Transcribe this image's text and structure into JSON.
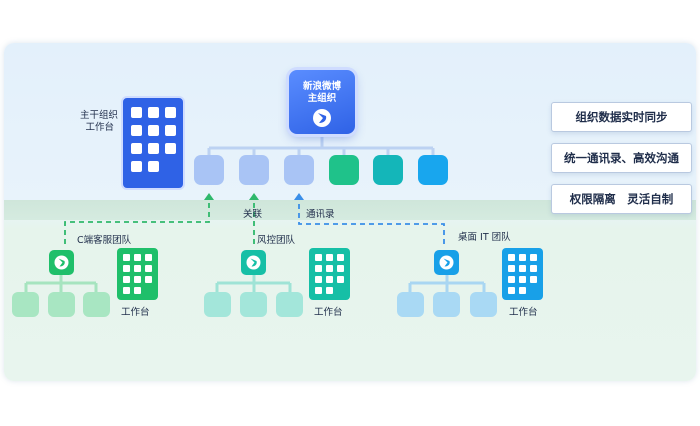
{
  "main_org": {
    "title_line1": "新浪微博",
    "title_line2": "主组织",
    "trunk_label_line1": "主干组织",
    "trunk_label_line2": "工作台"
  },
  "connectors": {
    "link_label": "关联",
    "contacts_label": "通讯录"
  },
  "teams": [
    {
      "name": "C端客服团队",
      "workbench_label": "工作台"
    },
    {
      "name": "风控团队",
      "workbench_label": "工作台"
    },
    {
      "name": "桌面 IT 团队",
      "workbench_label": "工作台"
    }
  ],
  "features": [
    "组织数据实时同步",
    "统一通讯录、高效沟通",
    "权限隔离　灵活自制"
  ],
  "colors": {
    "main_blue": "#2f62e6",
    "light_blue_node": "#a9c4f5",
    "green_node": "#1fc28a",
    "teal_node": "#14b6b9",
    "sky_node": "#18a6ee",
    "team1": "#1fbf6a",
    "team2": "#16bfa6",
    "team3": "#18a0e8",
    "dashed_green": "#2fb86b",
    "dashed_blue": "#3a8ee8"
  }
}
